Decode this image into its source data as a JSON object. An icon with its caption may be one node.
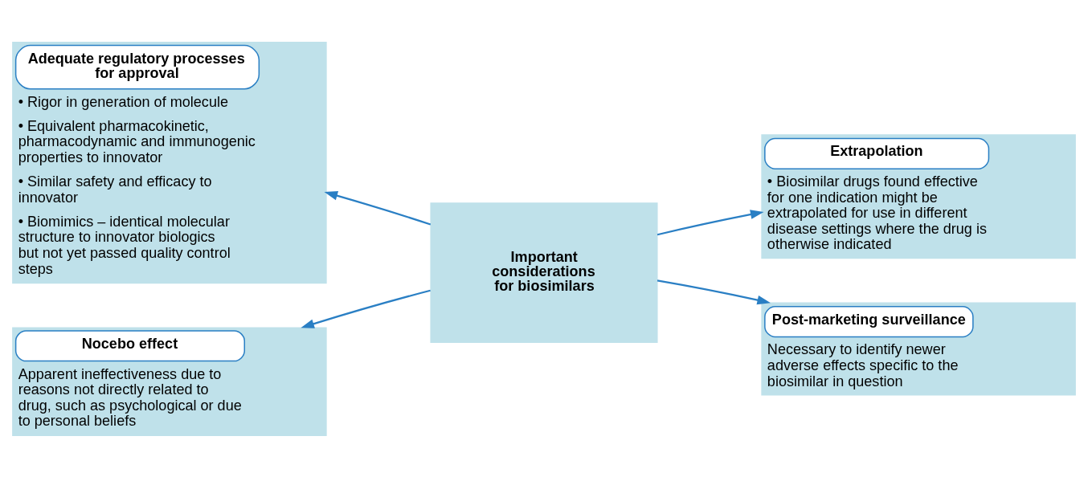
{
  "diagram": {
    "nodes": [
      {
        "text": [
          "Important considerations for biosimilars"
        ]
      },
      {
        "text": [
          "Adequate regulatory processes for approval",
          "• Rigor in generation of molecule",
          "• Equivalent pharmacokinetic, pharmacodynamic and immunogenic properties to innovator",
          "• Similar safety and efficacy to innovator",
          "• Biomimics – identical molecular structure to innovator biologics but not yet passed quality control steps"
        ]
      },
      {
        "text": [
          "Extrapolation",
          "• Biosimilar drugs found effective for one indication might be extrapolated for use in different disease settings where the drug is otherwise indicated"
        ]
      },
      {
        "text": [
          "Nocebo effect",
          "Apparent ineffectiveness due to reasons not directly related to drug, such as psychological or due to personal beliefs"
        ]
      },
      {
        "text": [
          "Post-marketing surveillance",
          "Necessary to identify newer adverse effects specific to the biosimilar in question"
        ]
      }
    ],
    "edges": [
      {
        "from": 0,
        "to": 1,
        "arrow": "to"
      },
      {
        "from": 0,
        "to": 2,
        "arrow": "to"
      },
      {
        "from": 0,
        "to": 3,
        "arrow": "to"
      },
      {
        "from": 0,
        "to": 4,
        "arrow": "to"
      }
    ]
  }
}
